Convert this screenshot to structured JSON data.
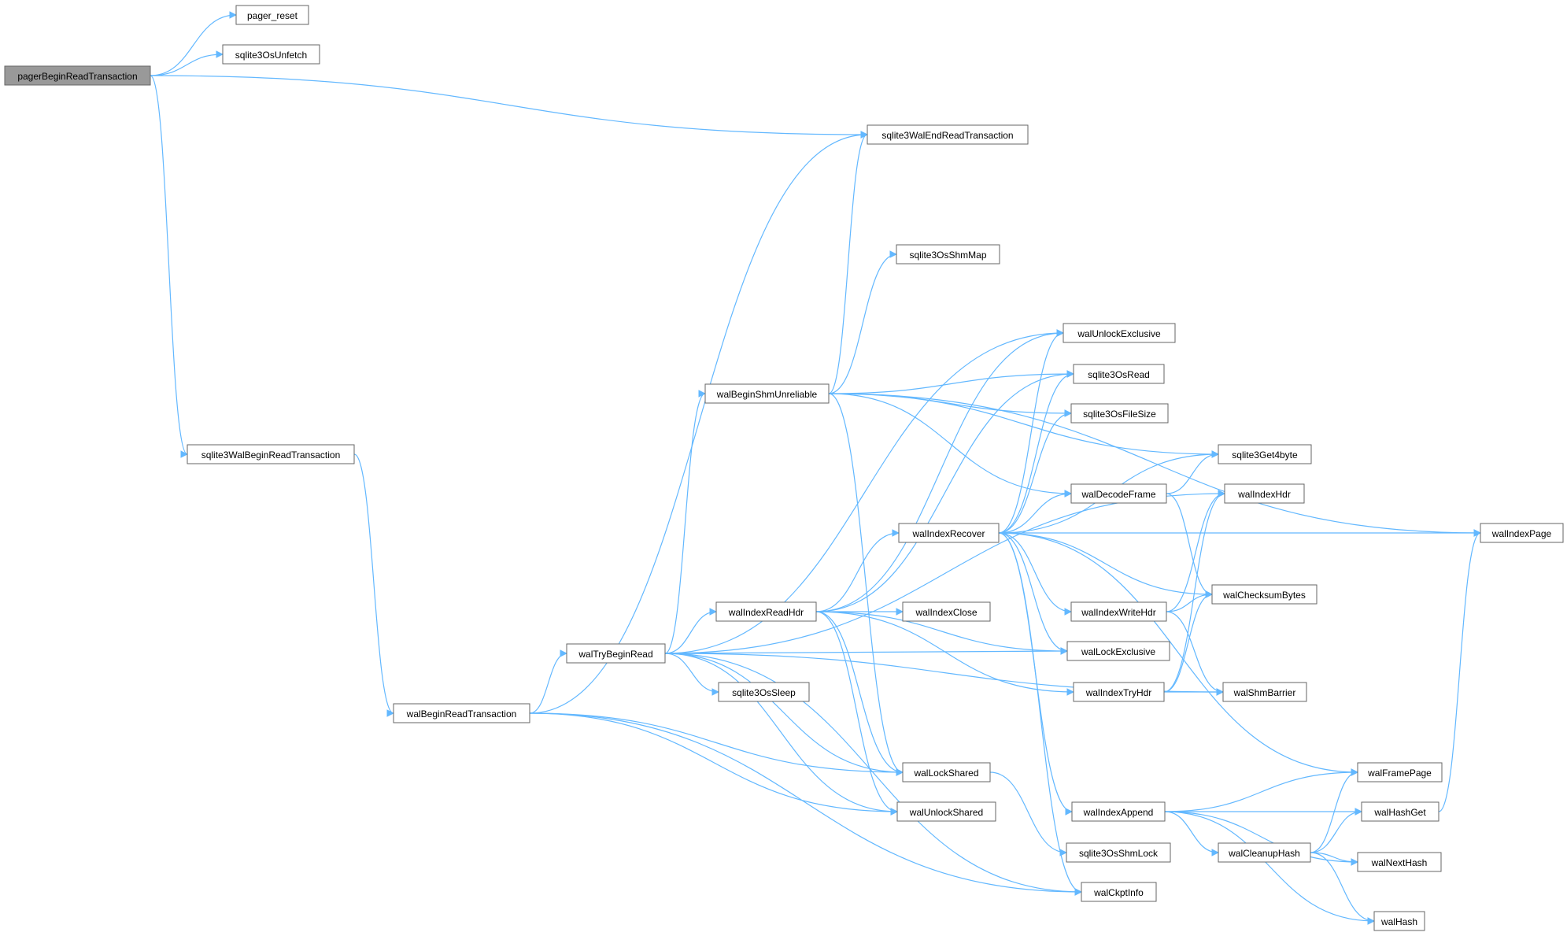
{
  "graph": {
    "edge_color": "#63b8ff",
    "node_border_color": "#666666",
    "root_fill": "#999999",
    "node_fill": "#ffffff",
    "nodes": [
      {
        "id": "pagerBeginReadTransaction",
        "label": "pagerBeginReadTransaction",
        "root": true
      },
      {
        "id": "pager_reset",
        "label": "pager_reset"
      },
      {
        "id": "sqlite3OsUnfetch",
        "label": "sqlite3OsUnfetch"
      },
      {
        "id": "sqlite3WalEndReadTransaction",
        "label": "sqlite3WalEndReadTransaction"
      },
      {
        "id": "sqlite3WalBeginReadTransaction",
        "label": "sqlite3WalBeginReadTransaction"
      },
      {
        "id": "walBeginReadTransaction",
        "label": "walBeginReadTransaction"
      },
      {
        "id": "walTryBeginRead",
        "label": "walTryBeginRead"
      },
      {
        "id": "walBeginShmUnreliable",
        "label": "walBeginShmUnreliable"
      },
      {
        "id": "sqlite3OsShmMap",
        "label": "sqlite3OsShmMap"
      },
      {
        "id": "walIndexReadHdr",
        "label": "walIndexReadHdr"
      },
      {
        "id": "walIndexClose",
        "label": "walIndexClose"
      },
      {
        "id": "sqlite3OsSleep",
        "label": "sqlite3OsSleep"
      },
      {
        "id": "walIndexRecover",
        "label": "walIndexRecover"
      },
      {
        "id": "walLockShared",
        "label": "walLockShared"
      },
      {
        "id": "walUnlockShared",
        "label": "walUnlockShared"
      },
      {
        "id": "walUnlockExclusive",
        "label": "walUnlockExclusive"
      },
      {
        "id": "sqlite3OsRead",
        "label": "sqlite3OsRead"
      },
      {
        "id": "sqlite3OsFileSize",
        "label": "sqlite3OsFileSize"
      },
      {
        "id": "walDecodeFrame",
        "label": "walDecodeFrame"
      },
      {
        "id": "walIndexWriteHdr",
        "label": "walIndexWriteHdr"
      },
      {
        "id": "walLockExclusive",
        "label": "walLockExclusive"
      },
      {
        "id": "walIndexTryHdr",
        "label": "walIndexTryHdr"
      },
      {
        "id": "walIndexAppend",
        "label": "walIndexAppend"
      },
      {
        "id": "sqlite3OsShmLock",
        "label": "sqlite3OsShmLock"
      },
      {
        "id": "walCkptInfo",
        "label": "walCkptInfo"
      },
      {
        "id": "sqlite3Get4byte",
        "label": "sqlite3Get4byte"
      },
      {
        "id": "walIndexHdr",
        "label": "walIndexHdr"
      },
      {
        "id": "walChecksumBytes",
        "label": "walChecksumBytes"
      },
      {
        "id": "walShmBarrier",
        "label": "walShmBarrier"
      },
      {
        "id": "walFramePage",
        "label": "walFramePage"
      },
      {
        "id": "walHashGet",
        "label": "walHashGet"
      },
      {
        "id": "walCleanupHash",
        "label": "walCleanupHash"
      },
      {
        "id": "walNextHash",
        "label": "walNextHash"
      },
      {
        "id": "walHash",
        "label": "walHash"
      },
      {
        "id": "walIndexPage",
        "label": "walIndexPage"
      }
    ],
    "edges": [
      [
        "pagerBeginReadTransaction",
        "pager_reset"
      ],
      [
        "pagerBeginReadTransaction",
        "sqlite3OsUnfetch"
      ],
      [
        "pagerBeginReadTransaction",
        "sqlite3WalEndReadTransaction"
      ],
      [
        "pagerBeginReadTransaction",
        "sqlite3WalBeginReadTransaction"
      ],
      [
        "sqlite3WalBeginReadTransaction",
        "walBeginReadTransaction"
      ],
      [
        "walBeginReadTransaction",
        "sqlite3WalEndReadTransaction"
      ],
      [
        "walBeginReadTransaction",
        "walTryBeginRead"
      ],
      [
        "walBeginReadTransaction",
        "walLockShared"
      ],
      [
        "walBeginReadTransaction",
        "walUnlockShared"
      ],
      [
        "walBeginReadTransaction",
        "walCkptInfo"
      ],
      [
        "walTryBeginRead",
        "walBeginShmUnreliable"
      ],
      [
        "walTryBeginRead",
        "walIndexReadHdr"
      ],
      [
        "walTryBeginRead",
        "sqlite3OsSleep"
      ],
      [
        "walTryBeginRead",
        "walLockShared"
      ],
      [
        "walTryBeginRead",
        "walUnlockShared"
      ],
      [
        "walTryBeginRead",
        "walCkptInfo"
      ],
      [
        "walTryBeginRead",
        "walIndexHdr"
      ],
      [
        "walTryBeginRead",
        "walUnlockExclusive"
      ],
      [
        "walTryBeginRead",
        "walLockExclusive"
      ],
      [
        "walTryBeginRead",
        "walShmBarrier"
      ],
      [
        "walBeginShmUnreliable",
        "sqlite3WalEndReadTransaction"
      ],
      [
        "walBeginShmUnreliable",
        "sqlite3OsShmMap"
      ],
      [
        "walBeginShmUnreliable",
        "sqlite3OsRead"
      ],
      [
        "walBeginShmUnreliable",
        "sqlite3OsFileSize"
      ],
      [
        "walBeginShmUnreliable",
        "walDecodeFrame"
      ],
      [
        "walBeginShmUnreliable",
        "walLockShared"
      ],
      [
        "walBeginShmUnreliable",
        "sqlite3Get4byte"
      ],
      [
        "walBeginShmUnreliable",
        "walIndexPage"
      ],
      [
        "walIndexReadHdr",
        "walIndexClose"
      ],
      [
        "walIndexReadHdr",
        "walIndexRecover"
      ],
      [
        "walIndexReadHdr",
        "walUnlockExclusive"
      ],
      [
        "walIndexReadHdr",
        "walLockExclusive"
      ],
      [
        "walIndexReadHdr",
        "walIndexTryHdr"
      ],
      [
        "walIndexReadHdr",
        "walLockShared"
      ],
      [
        "walIndexReadHdr",
        "walUnlockShared"
      ],
      [
        "walIndexReadHdr",
        "sqlite3OsRead"
      ],
      [
        "walIndexRecover",
        "walUnlockExclusive"
      ],
      [
        "walIndexRecover",
        "sqlite3OsRead"
      ],
      [
        "walIndexRecover",
        "sqlite3OsFileSize"
      ],
      [
        "walIndexRecover",
        "walDecodeFrame"
      ],
      [
        "walIndexRecover",
        "sqlite3Get4byte"
      ],
      [
        "walIndexRecover",
        "walIndexPage"
      ],
      [
        "walIndexRecover",
        "walChecksumBytes"
      ],
      [
        "walIndexRecover",
        "walIndexWriteHdr"
      ],
      [
        "walIndexRecover",
        "walLockExclusive"
      ],
      [
        "walIndexRecover",
        "walIndexAppend"
      ],
      [
        "walIndexRecover",
        "walFramePage"
      ],
      [
        "walIndexRecover",
        "walCkptInfo"
      ],
      [
        "walDecodeFrame",
        "sqlite3Get4byte"
      ],
      [
        "walDecodeFrame",
        "walChecksumBytes"
      ],
      [
        "walIndexWriteHdr",
        "walIndexHdr"
      ],
      [
        "walIndexWriteHdr",
        "walChecksumBytes"
      ],
      [
        "walIndexWriteHdr",
        "walShmBarrier"
      ],
      [
        "walIndexTryHdr",
        "walIndexHdr"
      ],
      [
        "walIndexTryHdr",
        "walChecksumBytes"
      ],
      [
        "walIndexTryHdr",
        "walShmBarrier"
      ],
      [
        "walLockShared",
        "sqlite3OsShmLock"
      ],
      [
        "walIndexAppend",
        "walFramePage"
      ],
      [
        "walIndexAppend",
        "walHashGet"
      ],
      [
        "walIndexAppend",
        "walCleanupHash"
      ],
      [
        "walIndexAppend",
        "walNextHash"
      ],
      [
        "walIndexAppend",
        "walHash"
      ],
      [
        "walCleanupHash",
        "walFramePage"
      ],
      [
        "walCleanupHash",
        "walHashGet"
      ],
      [
        "walCleanupHash",
        "walNextHash"
      ],
      [
        "walCleanupHash",
        "walHash"
      ],
      [
        "walHashGet",
        "walIndexPage"
      ]
    ]
  }
}
